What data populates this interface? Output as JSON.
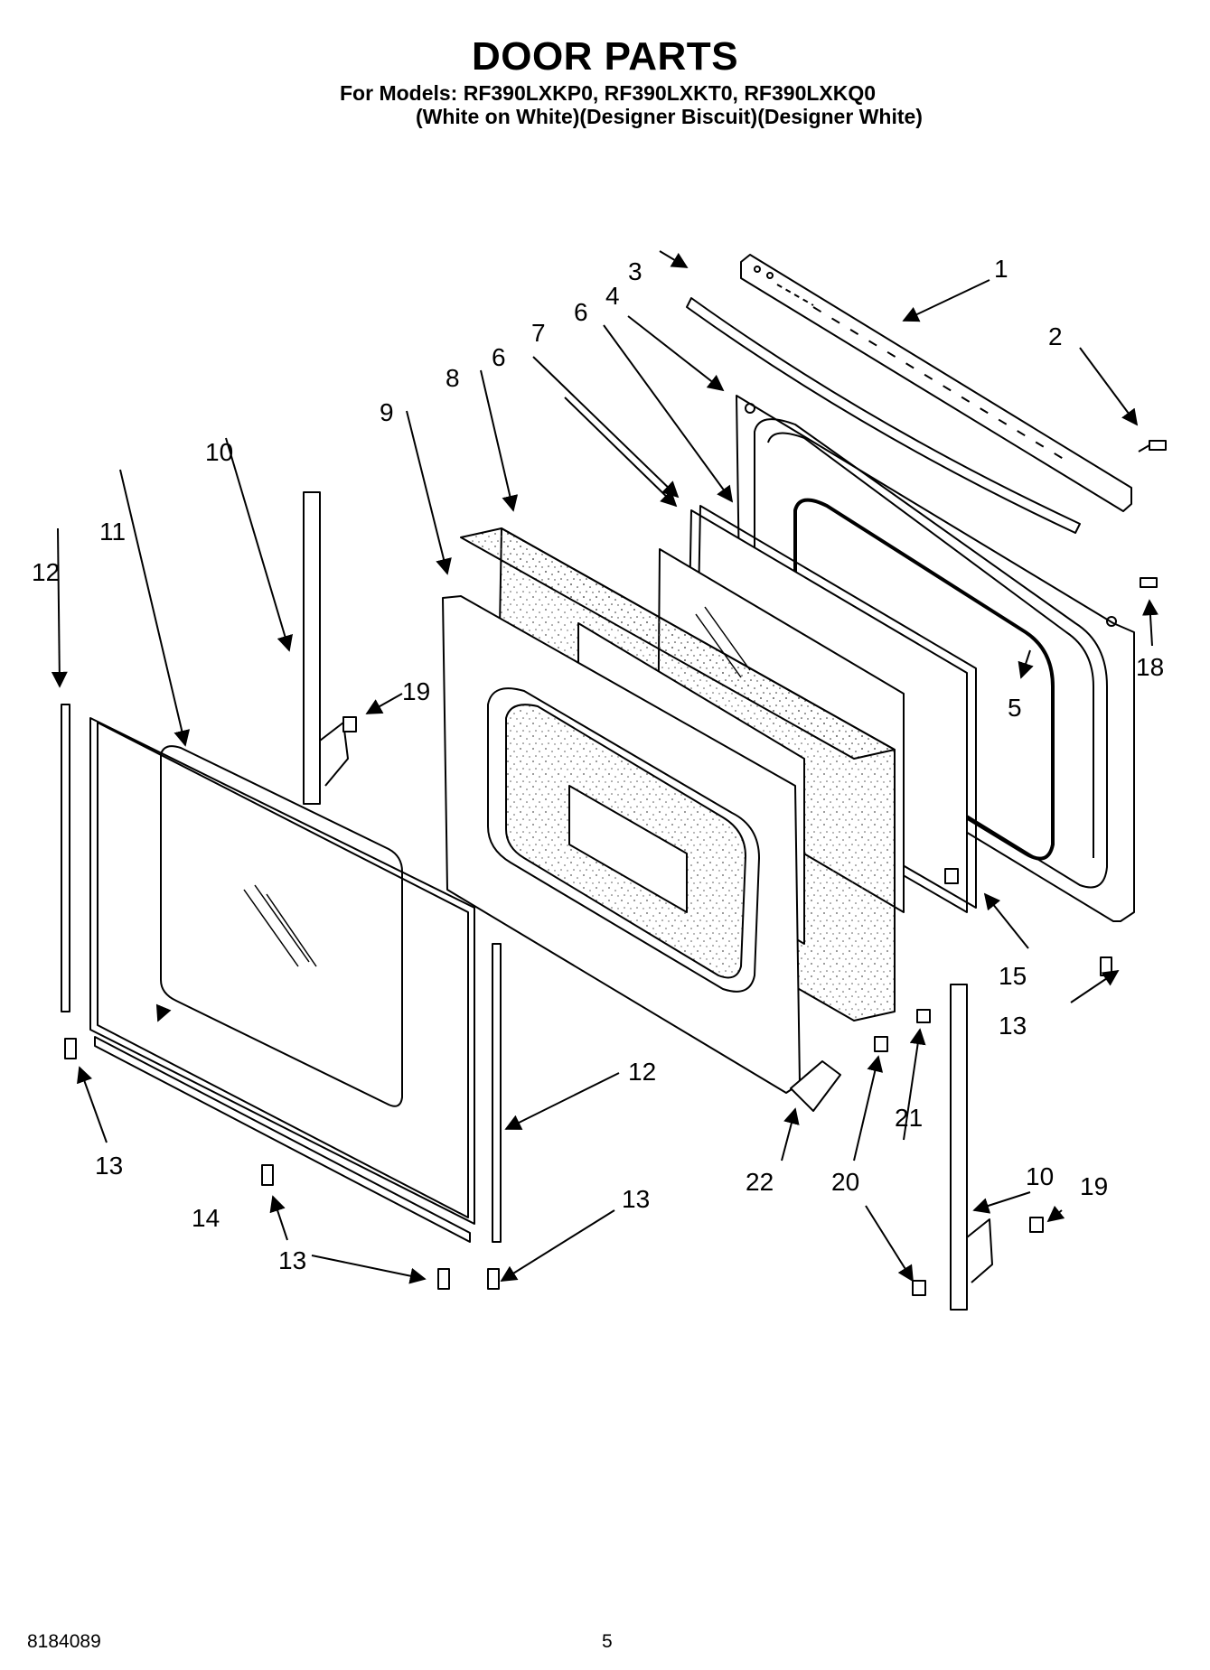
{
  "header": {
    "title": "DOOR PARTS",
    "models_line": "For Models: RF390LXKP0, RF390LXKT0, RF390LXKQ0",
    "variants_line": "(White on White)(Designer Biscuit)(Designer White)"
  },
  "footer": {
    "doc_number": "8184089",
    "page_number": "5"
  },
  "callouts": {
    "c1": "1",
    "c2": "2",
    "c3": "3",
    "c4": "4",
    "c5": "5",
    "c6a": "6",
    "c6b": "6",
    "c7": "7",
    "c8": "8",
    "c9": "9",
    "c10a": "10",
    "c10b": "10",
    "c11": "11",
    "c12a": "12",
    "c12b": "12",
    "c13a": "13",
    "c13b": "13",
    "c13c": "13",
    "c13d": "13",
    "c14": "14",
    "c15": "15",
    "c18": "18",
    "c19a": "19",
    "c19b": "19",
    "c20": "20",
    "c21": "21",
    "c22": "22"
  }
}
